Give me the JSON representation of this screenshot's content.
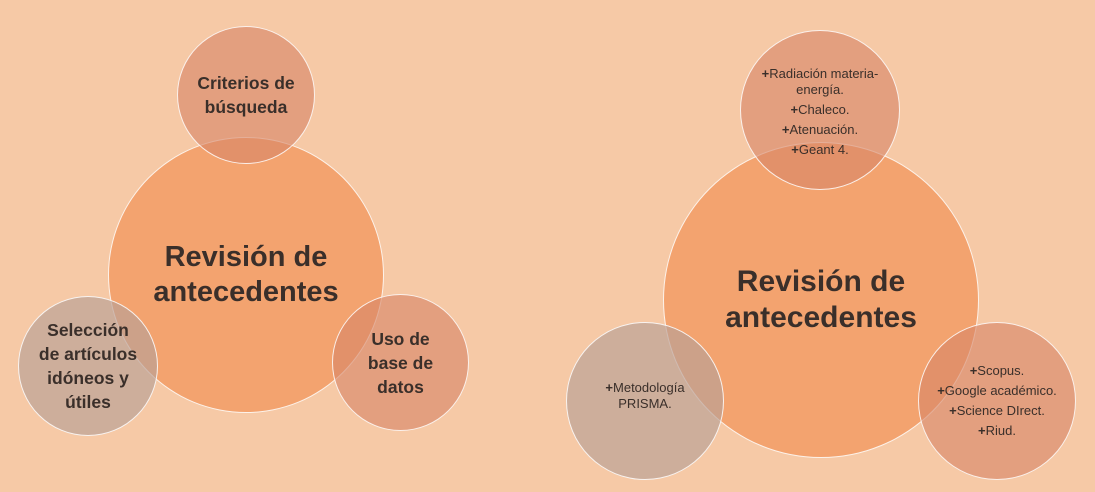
{
  "left": {
    "main": "Revisión de antecedentes",
    "top": "Criterios de búsqueda",
    "bottom_left": "Selección de artículos idóneos y útiles",
    "bottom_right": "Uso de base de datos"
  },
  "right": {
    "main": "Revisión de antecedentes",
    "top_items": [
      "Radiación materia-energía.",
      "Chaleco.",
      "Atenuación.",
      "Geant 4."
    ],
    "bottom_left_items": [
      "Metodología PRISMA."
    ],
    "bottom_right_items": [
      "Scopus.",
      "Google académico.",
      "Science DIrect.",
      "Riud."
    ],
    "bullet": "+"
  },
  "colors": {
    "background": "#f6c9a6",
    "main_circle": "#f2a06a",
    "rose_circle": "#d68668",
    "grey_circle": "#b9a096"
  }
}
